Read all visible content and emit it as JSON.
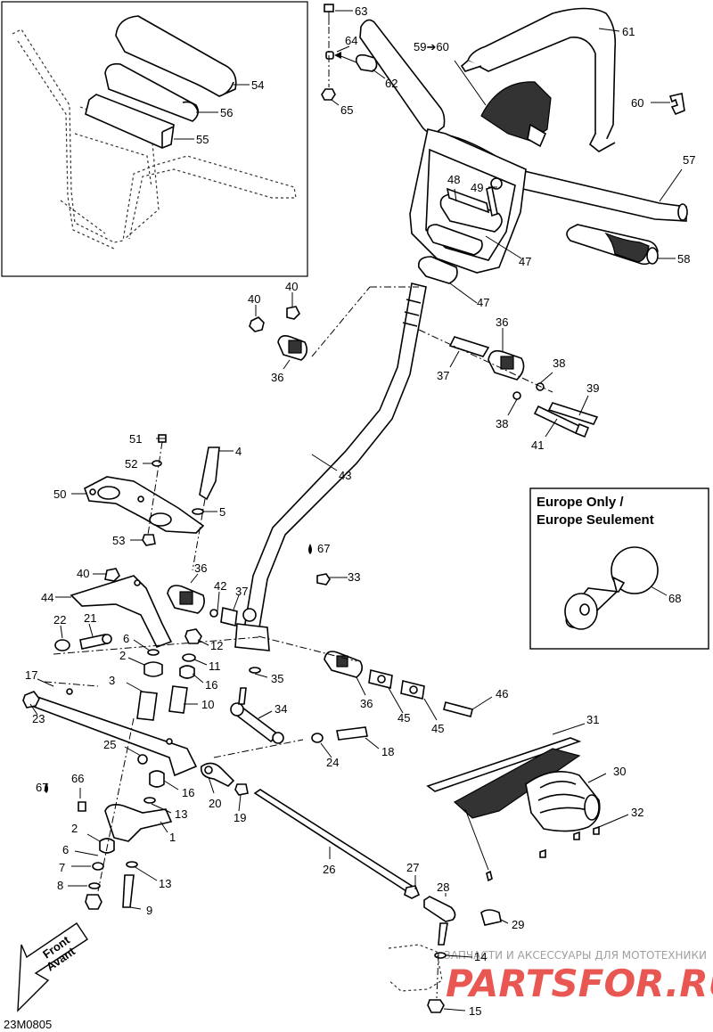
{
  "diagram_code": "23M0805",
  "inset_note": {
    "line1": "Europe Only /",
    "line2": "Europe Seulement"
  },
  "front_arrow": {
    "line1": "Front",
    "line2": "Avant"
  },
  "watermark": {
    "tagline": "ЗАПЧАСТИ И АКСЕССУАРЫ ДЛЯ МОТОТЕХНИКИ",
    "brand": "PARTSFOR.RU"
  },
  "part_labels": [
    "63",
    "64",
    "62",
    "65",
    "59➔60",
    "61",
    "60",
    "57",
    "58",
    "54",
    "56",
    "55",
    "48",
    "49",
    "47",
    "47",
    "40",
    "40",
    "36",
    "36",
    "37",
    "38",
    "39",
    "38",
    "41",
    "43",
    "51",
    "4",
    "52",
    "50",
    "5",
    "53",
    "67",
    "33",
    "40",
    "36",
    "44",
    "42",
    "37",
    "22",
    "21",
    "6",
    "12",
    "2",
    "11",
    "17",
    "3",
    "16",
    "10",
    "23",
    "35",
    "34",
    "36",
    "45",
    "45",
    "46",
    "31",
    "30",
    "25",
    "24",
    "18",
    "16",
    "67",
    "66",
    "13",
    "20",
    "19",
    "1",
    "32",
    "2",
    "6",
    "26",
    "13",
    "7",
    "27",
    "8",
    "9",
    "28",
    "29",
    "14",
    "15",
    "68"
  ],
  "colors": {
    "line": "#000000",
    "watermark_red": "#e53935",
    "watermark_gray": "#a0a0a0"
  }
}
